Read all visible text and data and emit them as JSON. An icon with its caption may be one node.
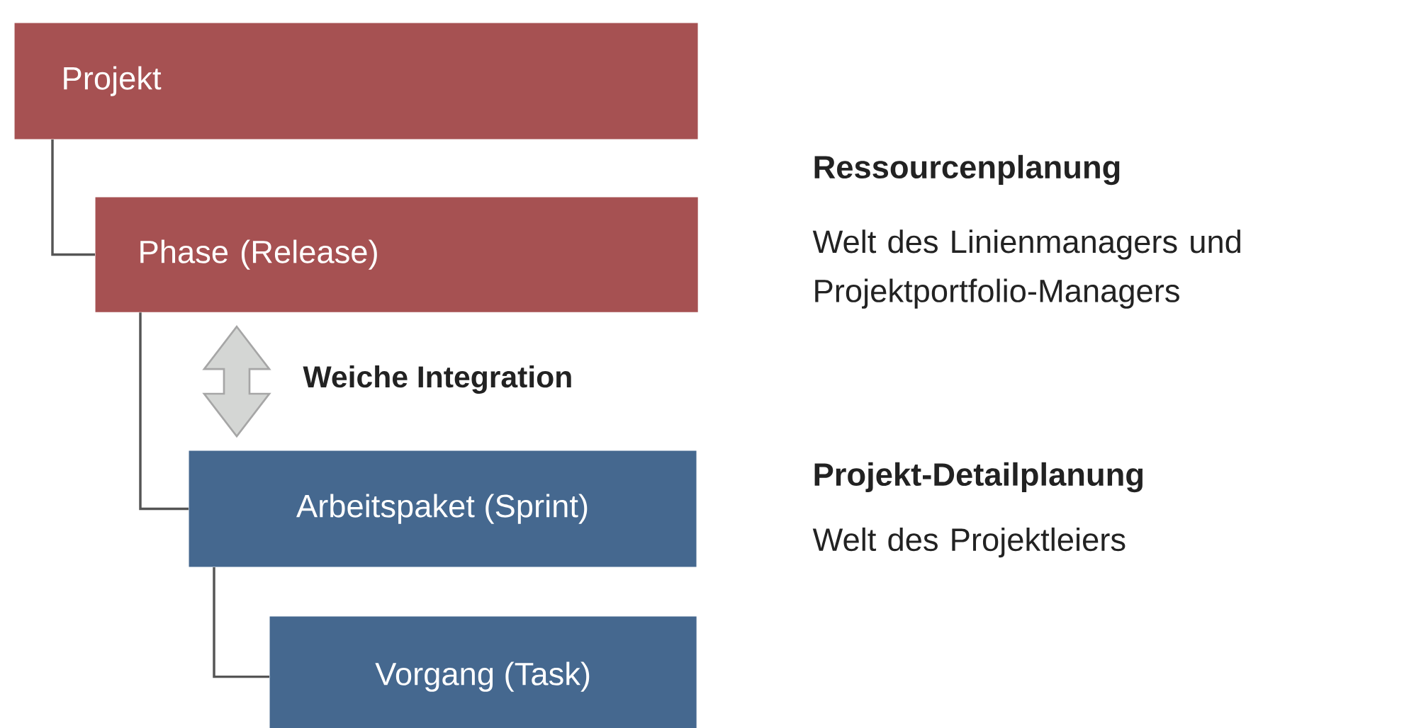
{
  "diagram": {
    "nodes": [
      {
        "text": [
          "Projekt"
        ]
      },
      {
        "text": [
          "Phase  (Release)"
        ]
      },
      {
        "text": [
          "Arbeitspaket  (Sprint)"
        ]
      },
      {
        "text": [
          "Vorgang  (Task)"
        ]
      }
    ],
    "edges": [
      {
        "from": 0,
        "to": 1,
        "arrow": "none"
      },
      {
        "from": 1,
        "to": 2,
        "arrow": "none"
      },
      {
        "from": 2,
        "to": 3,
        "arrow": "none"
      },
      {
        "from": 1,
        "to": 2,
        "arrow": "both",
        "label": "Weiche Integration",
        "style": "thick",
        "color": "#d4d6d4"
      }
    ],
    "labels": [
      "Ressourcenplanung",
      "Welt des Linienmanagers und Projektportfolio-Managers",
      "Projekt-Detailplanung",
      "Welt des Projektleiers"
    ]
  }
}
